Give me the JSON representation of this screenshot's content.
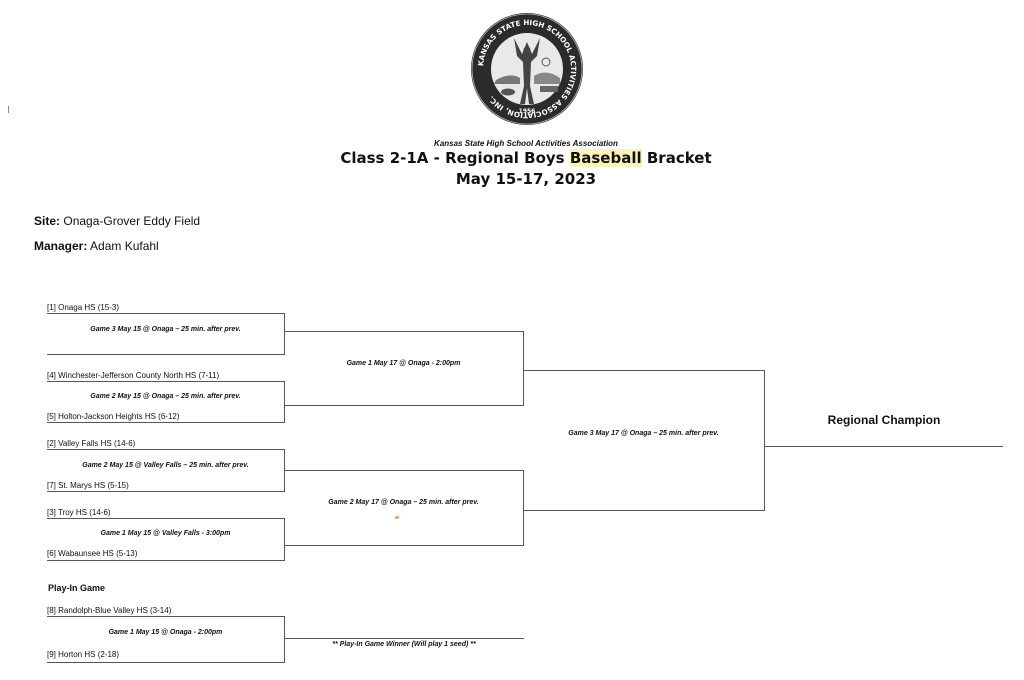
{
  "header": {
    "seal_text": "KANSAS STATE HIGH SCHOOL ACTIVITIES ASSOCIATION, INC.",
    "seal_year": "1956",
    "org": "Kansas State High School Activities Association",
    "title_before": "Class 2-1A - Regional Boys ",
    "title_highlight": "Baseball",
    "title_after": " Bracket",
    "dates": "May 15-17, 2023"
  },
  "info": {
    "site_label": "Site:",
    "site_value": "Onaga-Grover Eddy Field",
    "manager_label": "Manager:",
    "manager_value": "Adam Kufahl"
  },
  "teams": {
    "t1": "[1] Onaga HS   (15-3)",
    "t4": "[4] Winchester-Jefferson County North HS   (7-11)",
    "t5": "[5] Holton-Jackson Heights HS  (6-12)",
    "t2": "[2] Valley Falls HS   (14-6)",
    "t7": "[7] St. Marys HS  (5-15)",
    "t3": "[3] Troy HS   (14-6)",
    "t6": "[6] Wabaunsee HS  (5-13)",
    "t8": "[8] Randolph-Blue Valley HS   (3-14)",
    "t9": "[9] Horton HS   (2-18)"
  },
  "games": {
    "r1_a": "Game 3 May 15 @ Onaga – 25 min. after prev.",
    "r1_b": "Game 2 May 15 @ Onaga – 25 min. after prev.",
    "r1_c": "Game 2 May 15 @ Valley Falls – 25 min. after prev.",
    "r1_d": "Game 1 May 15 @ Valley Falls - 3:00pm",
    "r2_a": "Game 1 May 17 @ Onaga - 2:00pm",
    "r2_b": "Game 2 May 17 @ Onaga – 25 min. after prev.",
    "final": "Game 3 May 17 @ Onaga – 25 min. after prev.",
    "playin": "Game 1 May 15 @ Onaga - 2:00pm"
  },
  "playin_label": "Play-In Game",
  "playin_winner": "** Play-In Game Winner (Will play 1 seed) **",
  "champion_label": "Regional Champion"
}
